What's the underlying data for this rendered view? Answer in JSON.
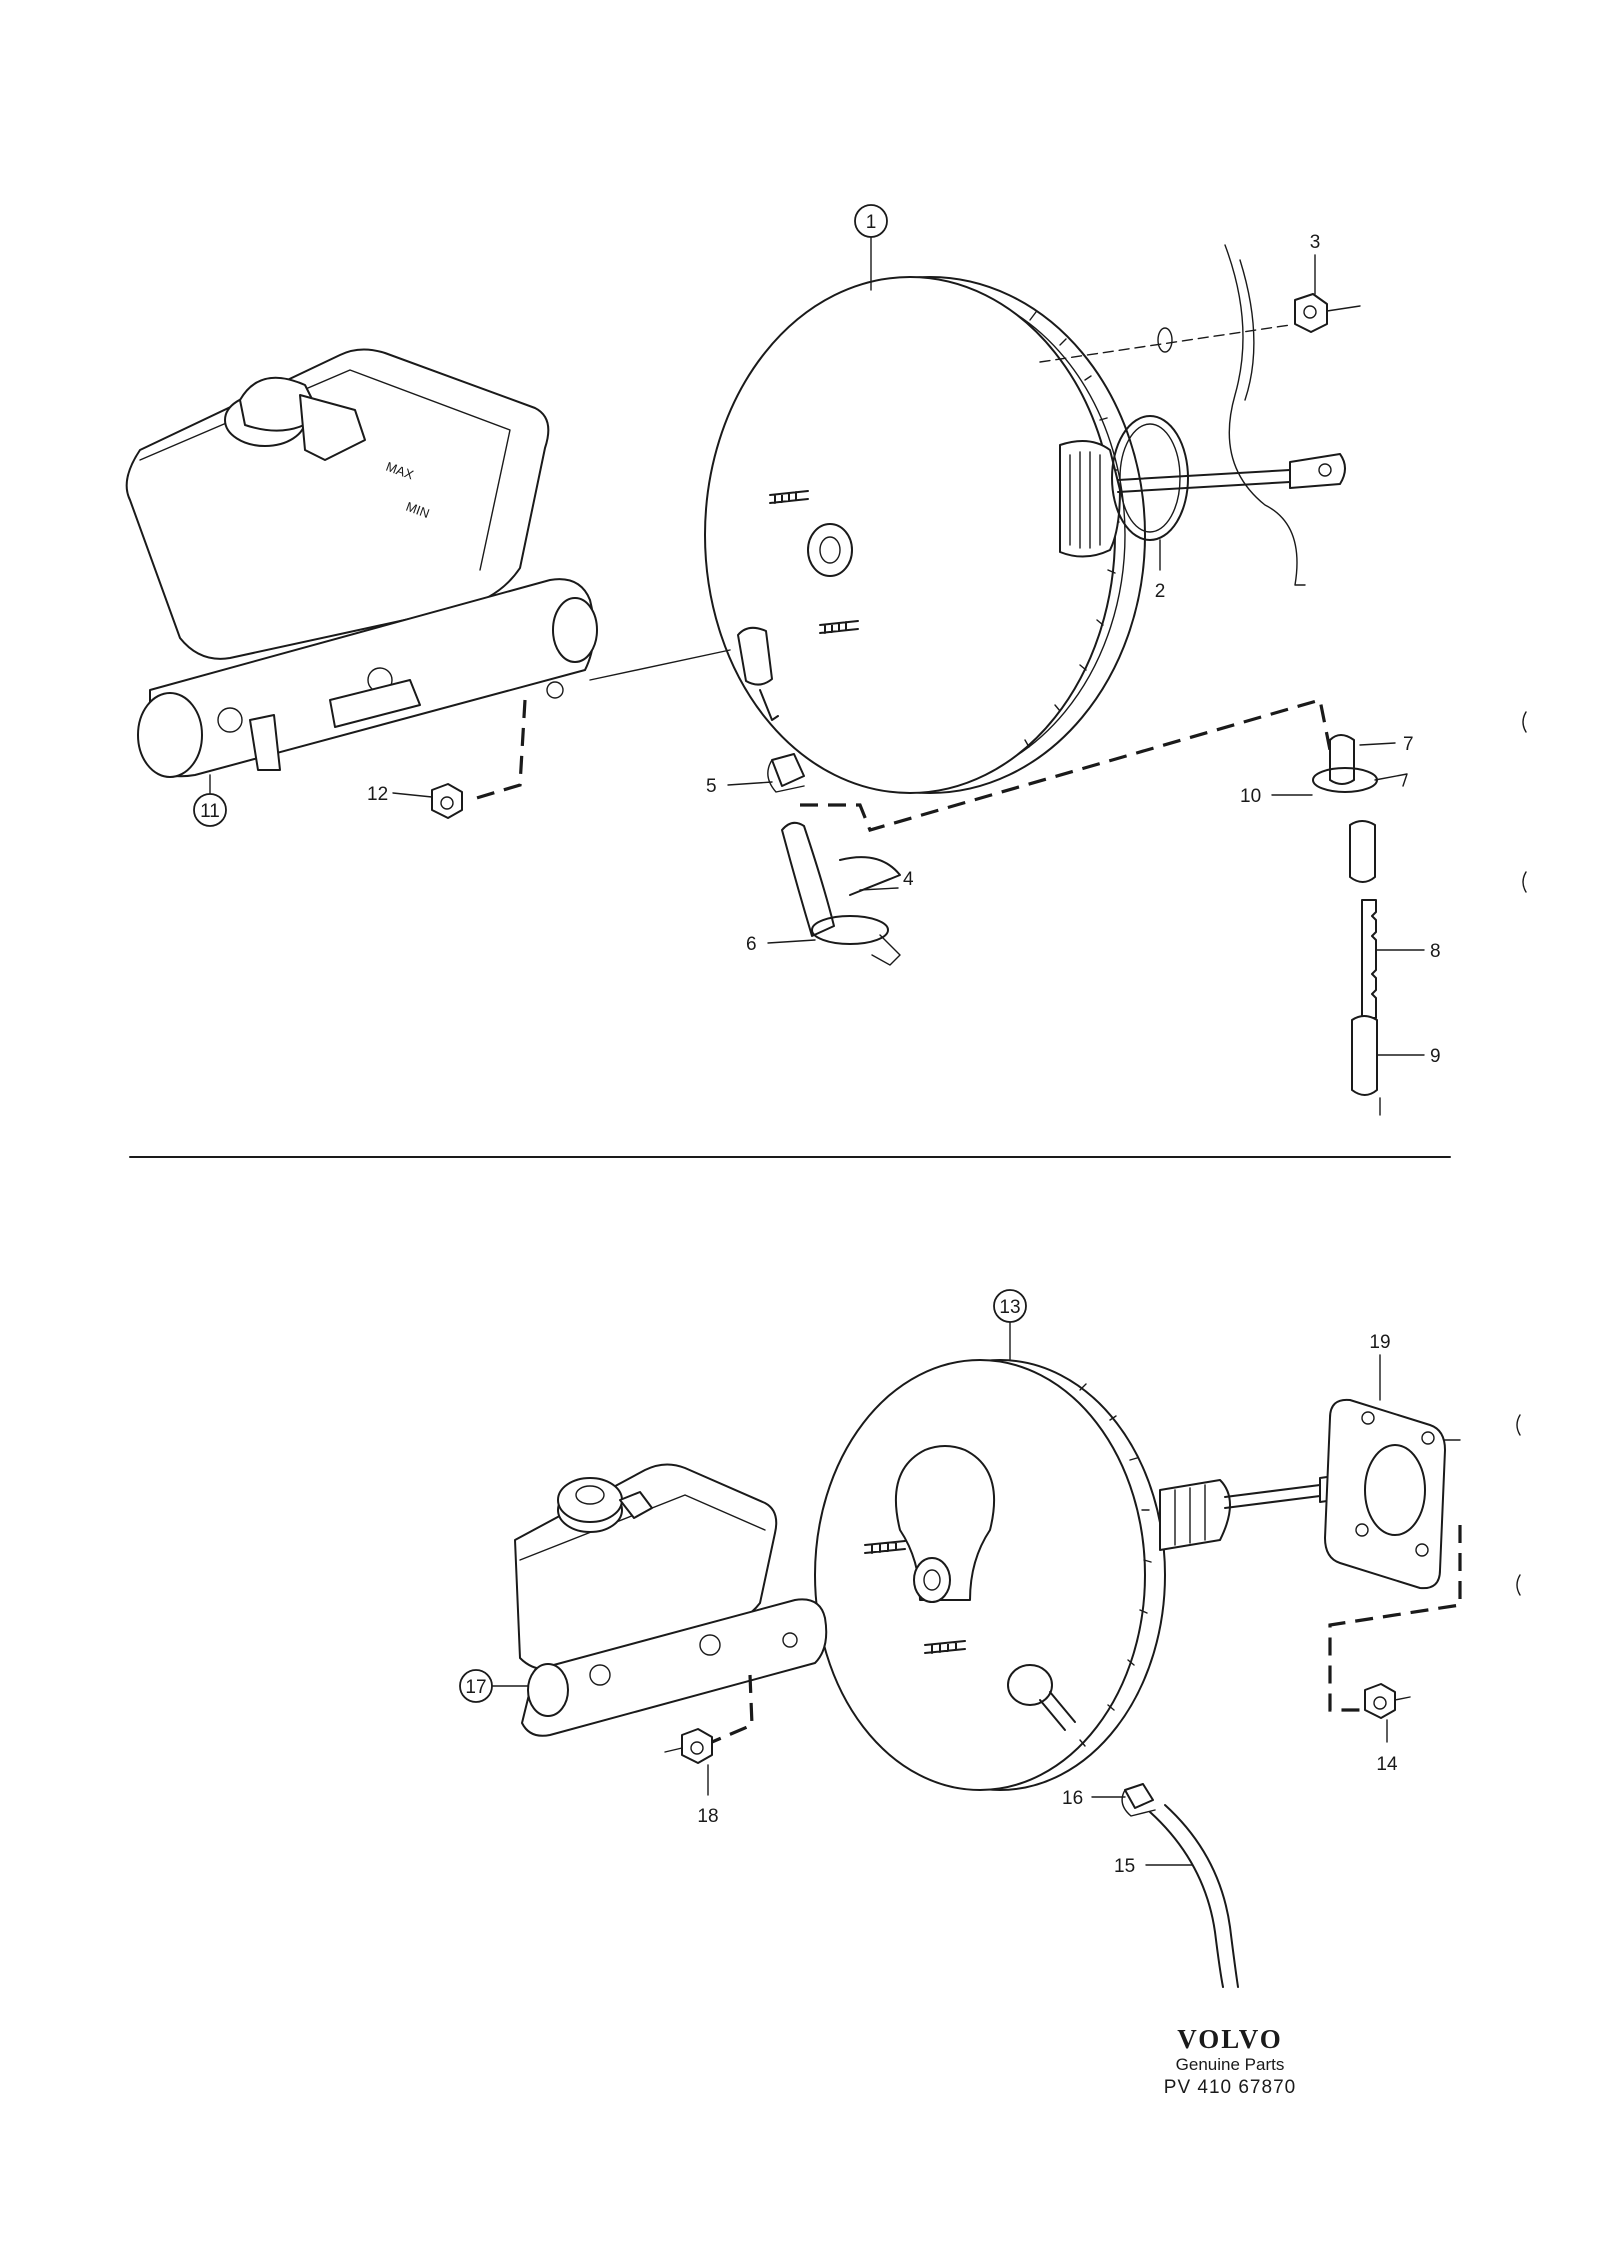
{
  "callouts": {
    "c1": "1",
    "c2": "2",
    "c3": "3",
    "c4": "4",
    "c5": "5",
    "c6": "6",
    "c7": "7",
    "c8": "8",
    "c9": "9",
    "c10": "10",
    "c11": "11",
    "c12": "12",
    "c13": "13",
    "c14": "14",
    "c15": "15",
    "c16": "16",
    "c17": "17",
    "c18": "18",
    "c19": "19"
  },
  "reservoir": {
    "max": "MAX",
    "min": "MIN"
  },
  "brand": {
    "logo": "VOLVO",
    "tagline": "Genuine Parts",
    "part_no": "PV  410 67870"
  }
}
